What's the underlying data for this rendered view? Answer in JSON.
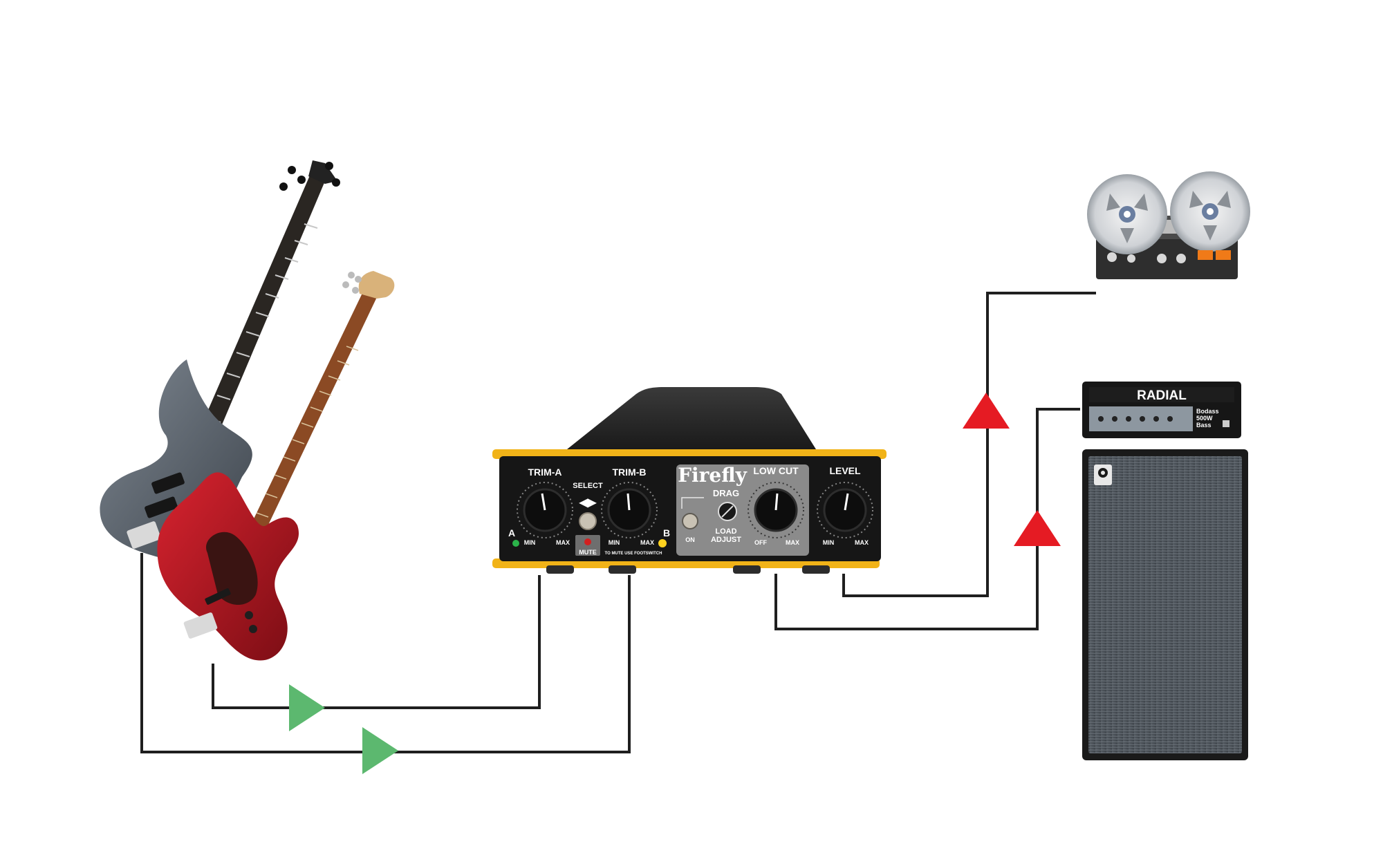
{
  "colors": {
    "cable": "#1f1f1f",
    "input_arrow": "#5cb86f",
    "output_arrow": "#e51b23",
    "chassis": "#f1b318",
    "panel": "#161616",
    "grey_panel": "#8b8b8b"
  },
  "diagram": {
    "inputs": [
      {
        "name": "bass-guitar-1",
        "icon": "bass-guitar-icon"
      },
      {
        "name": "bass-guitar-2",
        "icon": "bass-guitar-icon"
      }
    ],
    "outputs": [
      {
        "name": "reel-to-reel-recorder",
        "icon": "tape-recorder-icon"
      },
      {
        "name": "amp-head",
        "icon": "amplifier-icon"
      },
      {
        "name": "speaker-cabinet",
        "icon": "speaker-cabinet-icon"
      }
    ]
  },
  "device": {
    "brand": "Firefly",
    "trim_a": "TRIM-A",
    "trim_b": "TRIM-B",
    "select": "SELECT",
    "select_arrows": "◀▶",
    "channel_a": "A",
    "channel_b": "B",
    "min": "MIN",
    "max": "MAX",
    "off": "OFF",
    "mute": "MUTE",
    "footswitch_note": "TO MUTE USE FOOTSWITCH",
    "drag": "DRAG",
    "on": "ON",
    "load": "LOAD",
    "adjust": "ADJUST",
    "low_cut": "LOW CUT",
    "level": "LEVEL"
  },
  "amp": {
    "brand": "RADIAL",
    "model_line1": "Bodass",
    "model_line2": "500W",
    "model_line3": "Bass"
  }
}
